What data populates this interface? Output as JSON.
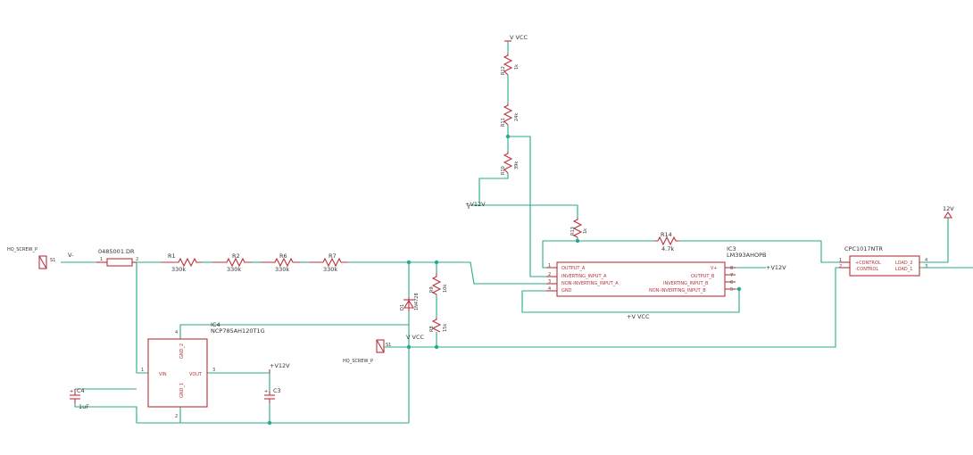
{
  "colors": {
    "wire": "#2aa88a",
    "part": "#b8323a",
    "text": "#333333"
  },
  "connectors": {
    "j_in": {
      "name": "HQ_SCREW_P",
      "pin": "S1",
      "net": "V-"
    },
    "j_out": {
      "name": "HQ_SCREW_P",
      "pin": "S1",
      "net": "V VCC"
    }
  },
  "fuse": {
    "name": "0485001.DR",
    "pin1": "1",
    "pin2": "2"
  },
  "resistors": [
    {
      "name": "R1",
      "value": "330k"
    },
    {
      "name": "R2",
      "value": "330k"
    },
    {
      "name": "R6",
      "value": "330k"
    },
    {
      "name": "R7",
      "value": "330k"
    },
    {
      "name": "R9",
      "value": "10k"
    },
    {
      "name": "R8",
      "value": "15k"
    },
    {
      "name": "R12",
      "value": "1k"
    },
    {
      "name": "R11",
      "value": "24k"
    },
    {
      "name": "R10",
      "value": "39k"
    },
    {
      "name": "R13",
      "value": "1k"
    },
    {
      "name": "R14",
      "value": "4.7k"
    }
  ],
  "diode": {
    "name": "D1",
    "part": "1N4728"
  },
  "ic4": {
    "name": "IC4",
    "part": "NCP785AH120T1G",
    "pins": {
      "gnd2": "GND_2",
      "vin": "VIN",
      "vout": "VOUT",
      "gnd1": "GND_1"
    },
    "pin_numbers": {
      "p1": "1",
      "p2": "2",
      "p3": "3",
      "p4": "4"
    }
  },
  "ic3": {
    "name": "IC3",
    "part": "LM393AHOPB",
    "left_pins": [
      {
        "num": "1",
        "label": "OUTPUT_A"
      },
      {
        "num": "2",
        "label": "INVERTING_INPUT_A"
      },
      {
        "num": "3",
        "label": "NON-INVERTING_INPUT_A"
      },
      {
        "num": "4",
        "label": "GND"
      }
    ],
    "right_pins": [
      {
        "num": "8",
        "label": "V+"
      },
      {
        "num": "7",
        "label": "OUTPUT_B"
      },
      {
        "num": "6",
        "label": "INVERTING_INPUT_B"
      },
      {
        "num": "5",
        "label": "NON-INVERTING_INPUT_B"
      }
    ]
  },
  "relay": {
    "name": "CPC1017NTR",
    "pins": [
      {
        "num": "1",
        "label": "+CONTROL"
      },
      {
        "num": "2",
        "label": "-CONTROL"
      },
      {
        "num": "4",
        "label": "LOAD_2"
      },
      {
        "num": "3",
        "label": "LOAD_1"
      }
    ]
  },
  "capacitors": [
    {
      "name": "C4",
      "value": "1uF"
    },
    {
      "name": "C3",
      "value": ""
    }
  ],
  "nets": {
    "vcc_top": "V VCC",
    "v12_left": "+V12V",
    "v12_ic3": "+V12V",
    "v12_reg": "+V12V",
    "vcc_ic3": "+V VCC",
    "v12_relay": "12V"
  }
}
